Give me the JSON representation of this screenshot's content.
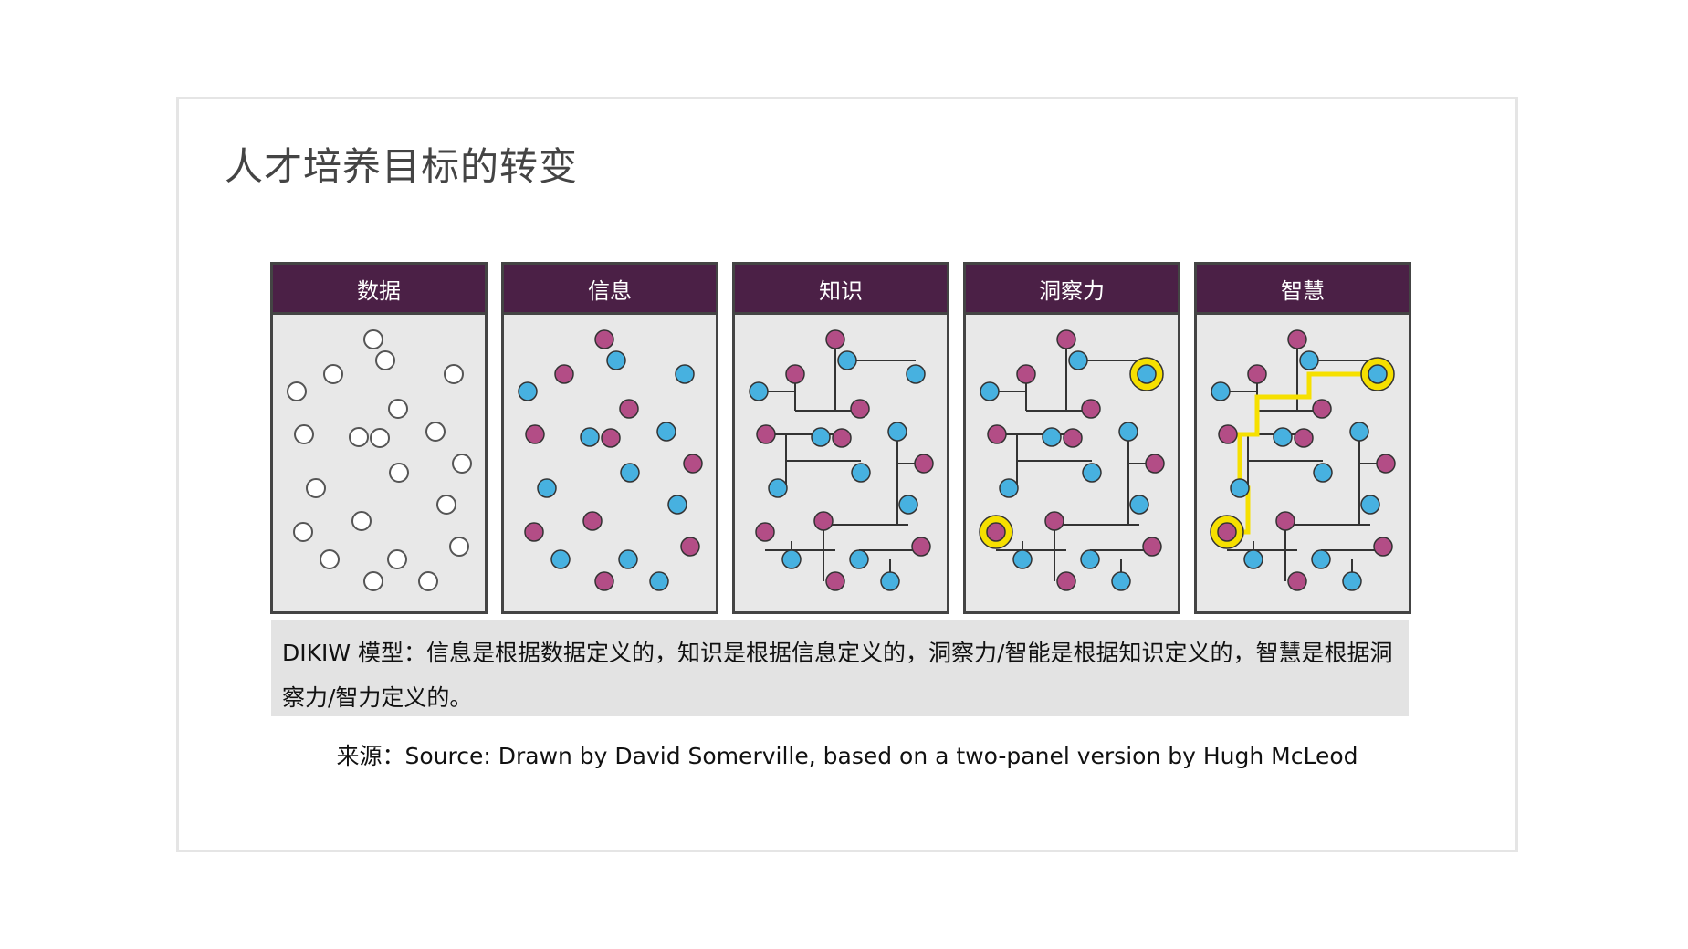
{
  "slide": {
    "title": "人才培养目标的转变",
    "panels": [
      {
        "label": "数据"
      },
      {
        "label": "信息"
      },
      {
        "label": "知识"
      },
      {
        "label": "洞察力"
      },
      {
        "label": "智慧"
      }
    ],
    "caption": "DIKIW 模型：信息是根据数据定义的，知识是根据信息定义的，洞察力/智能是根据知识定义的，智慧是根据洞察力/智力定义的。",
    "source": "来源：Source: Drawn by David Somerville, based on a two-panel version by Hugh McLeod"
  },
  "colors": {
    "header": "#4b2046",
    "pink": "#b34d86",
    "blue": "#47b1e0",
    "highlight": "#f6e000",
    "empty_dot": "#ffffff",
    "line": "#333333"
  }
}
